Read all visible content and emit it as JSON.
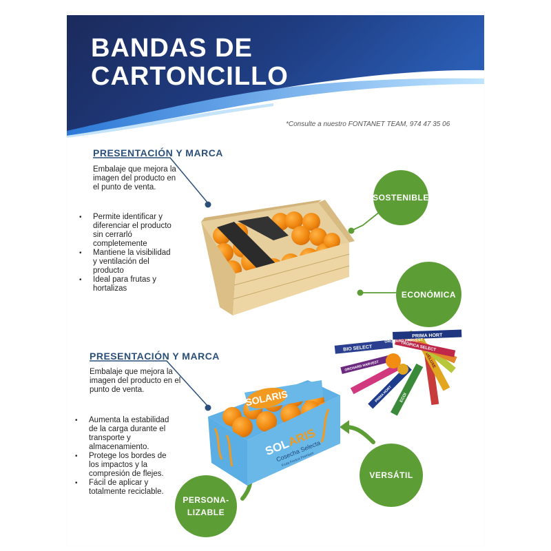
{
  "header": {
    "title_line1": "BANDAS DE",
    "title_line2": "CARTONCILLO",
    "contact": "*Consulte a nuestro FONTANET TEAM, 974 47 35 06"
  },
  "section1": {
    "title": "PRESENTACIÓN Y MARCA",
    "description": "Embalaje que mejora la imagen del producto en el punto de venta.",
    "bullets": [
      "Permite identificar y diferenciar el producto sin cerrarló completemente",
      "Mantiene la visibilidad y ventilación del producto",
      "Ideal para frutas y hortalizas"
    ]
  },
  "section2": {
    "title": "PRESENTACIÓN Y MARCA",
    "description": "Embalaje que mejora la imagen del producto en el punto de venta.",
    "bullets": [
      "Aumenta la estabilidad de la carga durante el transporte y almacenamiento.",
      "Protege los bordes de los impactos y la compresión de flejes.",
      "Fácil de aplicar y totalmente reciclable."
    ]
  },
  "badges": {
    "sostenible": "SOSTENIBLE",
    "economica": "ECONÓMICA",
    "versatil": "VERSÁTIL",
    "personalizable_1": "PERSONA-",
    "personalizable_2": "LIZABLE"
  },
  "box_brand": {
    "logo": "SOLARIS",
    "brand_part1": "SOL",
    "brand_part2": "ARIS",
    "subtitle": "Cosecha Selecta",
    "tagline": "Fruta Fresca Premium"
  },
  "strip_labels": {
    "bio_select": "BIO SELECT",
    "orchard_harvest": "ORCHARD HARVEST",
    "prima_hort": "PRIMA HORT",
    "tropica_select": "TROPICA SELECT",
    "healthy_choice": "HEALTHY CHOICE",
    "ecoi": "ECOI",
    "deluxe": "DELUXE"
  },
  "colors": {
    "banner_dark": "#1b2a5c",
    "banner_mid": "#2a5db4",
    "badge_green": "#5c9e35",
    "heading_blue": "#2a4f7a",
    "box_blue": "#6ab8e8",
    "box_orange": "#f29a1f"
  }
}
